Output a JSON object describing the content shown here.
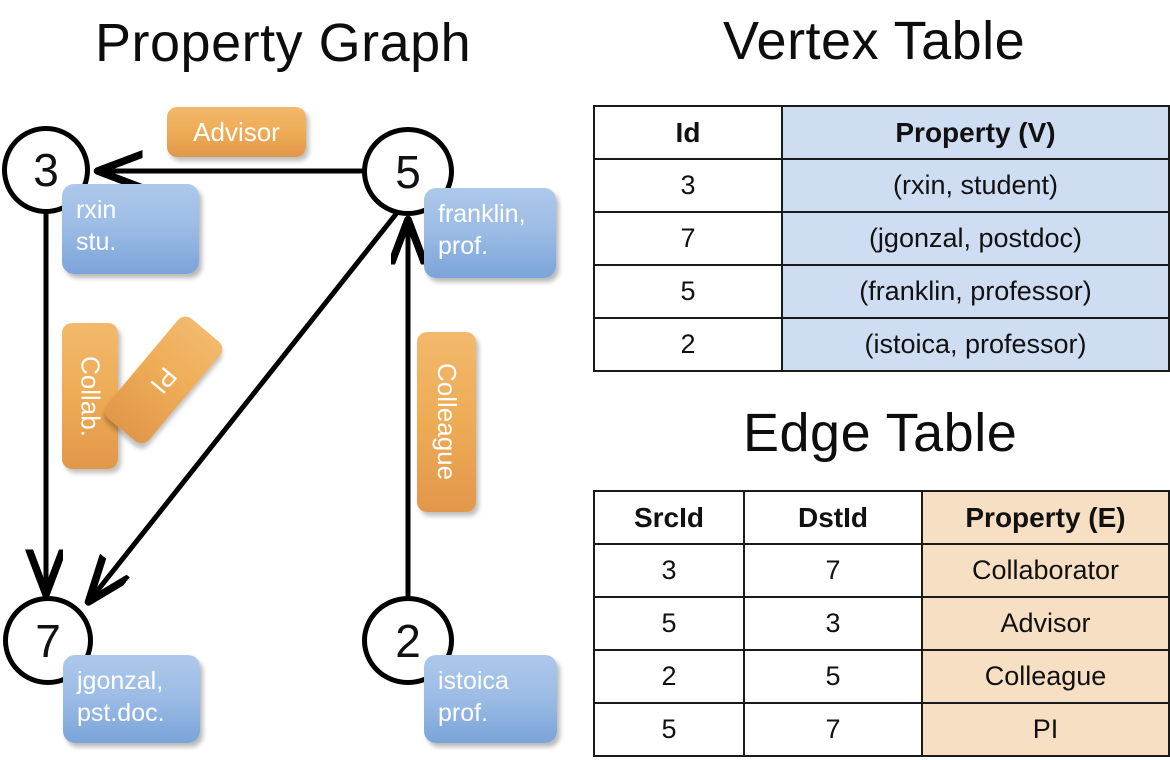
{
  "titles": {
    "graph": "Property Graph",
    "vertex_table": "Vertex Table",
    "edge_table": "Edge Table"
  },
  "graph": {
    "nodes": [
      {
        "id": "3",
        "label": "3",
        "property_line1": "rxin",
        "property_line2": "stu."
      },
      {
        "id": "5",
        "label": "5",
        "property_line1": "franklin,",
        "property_line2": "prof."
      },
      {
        "id": "7",
        "label": "7",
        "property_line1": "jgonzal,",
        "property_line2": "pst.doc."
      },
      {
        "id": "2",
        "label": "2",
        "property_line1": "istoica",
        "property_line2": "prof."
      }
    ],
    "edge_labels": {
      "advisor": "Advisor",
      "collab": "Collab.",
      "pi": "PI",
      "colleague": "Colleague"
    },
    "edges": [
      {
        "src": "5",
        "dst": "3",
        "label": "Advisor"
      },
      {
        "src": "3",
        "dst": "7",
        "label": "Collab."
      },
      {
        "src": "5",
        "dst": "7",
        "label": "PI"
      },
      {
        "src": "2",
        "dst": "5",
        "label": "Colleague"
      }
    ]
  },
  "vertex_table": {
    "headers": [
      "Id",
      "Property (V)"
    ],
    "rows": [
      {
        "id": "3",
        "property": "(rxin, student)"
      },
      {
        "id": "7",
        "property": "(jgonzal, postdoc)"
      },
      {
        "id": "5",
        "property": "(franklin, professor)"
      },
      {
        "id": "2",
        "property": "(istoica, professor)"
      }
    ]
  },
  "edge_table": {
    "headers": [
      "SrcId",
      "DstId",
      "Property (E)"
    ],
    "rows": [
      {
        "src": "3",
        "dst": "7",
        "property": "Collaborator"
      },
      {
        "src": "5",
        "dst": "3",
        "property": "Advisor"
      },
      {
        "src": "2",
        "dst": "5",
        "property": "Colleague"
      },
      {
        "src": "5",
        "dst": "7",
        "property": "PI"
      }
    ]
  },
  "colors": {
    "vertex_highlight": "#cfddf2",
    "edge_highlight": "#f7dfc4",
    "node_property_box": "#9dbde6",
    "edge_label_chip": "#eeac56",
    "stroke": "#000000"
  }
}
